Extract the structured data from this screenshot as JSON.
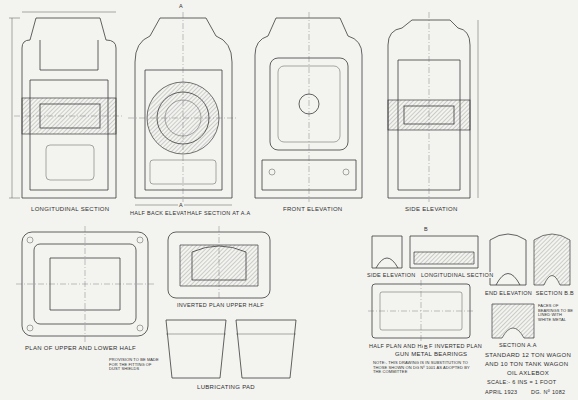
{
  "diagram": {
    "labels": [
      "LONGITUDINAL SECTION",
      "HALF BACK ELEVATION",
      "HALF SECTION AT A.A",
      "FRONT ELEVATION",
      "SIDE ELEVATION",
      "PLAN OF UPPER AND LOWER HALF",
      "INVERTED PLAN UPPER HALF",
      "LUBRICATING PAD",
      "SIDE ELEVATION",
      "LONGITUDINAL SECTION",
      "HALF PLAN AND HALF INVERTED PLAN",
      "GUN METAL BEARINGS",
      "END ELEVATION",
      "SECTION B.B",
      "SECTION A.A",
      "STANDARD 12 TON WAGON",
      "AND 10 TON TANK WAGON",
      "OIL AXLEBOX",
      "SCALE:- 6 INS = 1 FOOT",
      "APRIL 1923",
      "DG. Nº 1082",
      "NOTE:- THIS DRAWING IS IN SUBSTITUTION TO THOSE SHOWN ON DG Nº 1001 AS ADOPTED BY THE COMMITTEE",
      "FACES OF BEARINGS TO BE LINED WITH WHITE METAL",
      "PROVISION TO BE MADE FOR THE FITTING OF DUST SHIELDS",
      "A",
      "A",
      "B",
      "B"
    ]
  }
}
